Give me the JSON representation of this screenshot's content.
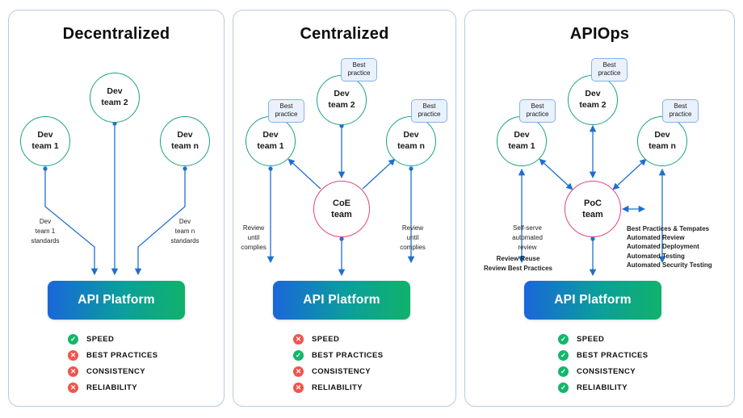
{
  "colors": {
    "arrow": "#1f6fce",
    "team_circle_border": "#1aa182",
    "hub_circle_border": "#e0457b",
    "panel_border": "#b9cbe0",
    "pass": "#12b76a",
    "fail": "#f2544d",
    "platform_gradient_start": "#1a66d9",
    "platform_gradient_end": "#10b26b"
  },
  "panels": [
    {
      "title": "Decentralized",
      "team_left": "Dev\nteam 1",
      "team_top": "Dev\nteam 2",
      "team_right": "Dev\nteam n",
      "note_left": "Dev\nteam 1\nstandards",
      "note_right": "Dev\nteam n\nstandards",
      "platform": "API Platform",
      "checklist": [
        {
          "label": "SPEED",
          "status": "pass"
        },
        {
          "label": "BEST PRACTICES",
          "status": "fail"
        },
        {
          "label": "CONSISTENCY",
          "status": "fail"
        },
        {
          "label": "RELIABILITY",
          "status": "fail"
        }
      ]
    },
    {
      "title": "Centralized",
      "badge": "Best practice",
      "team_left": "Dev\nteam 1",
      "team_top": "Dev\nteam 2",
      "team_right": "Dev\nteam n",
      "hub": "CoE\nteam",
      "note_left": "Review\nuntil\ncomplies",
      "note_right": "Review\nuntil\ncomplies",
      "platform": "API Platform",
      "checklist": [
        {
          "label": "SPEED",
          "status": "fail"
        },
        {
          "label": "BEST PRACTICES",
          "status": "pass"
        },
        {
          "label": "CONSISTENCY",
          "status": "fail"
        },
        {
          "label": "RELIABILITY",
          "status": "fail"
        }
      ]
    },
    {
      "title": "APIOps",
      "badge": "Best practice",
      "team_left": "Dev\nteam 1",
      "team_top": "Dev\nteam 2",
      "team_right": "Dev\nteam n",
      "hub": "PoC\nteam",
      "note_left": "Self-serve\nautomated\nreview",
      "note_left2": "Review Reuse\nReview Best Practices",
      "note_right": "Best Practices & Tempates\nAutomated Review\nAutomated Deployment\nAutomated Testing\nAutomated Security Testing",
      "platform": "API Platform",
      "checklist": [
        {
          "label": "SPEED",
          "status": "pass"
        },
        {
          "label": "BEST PRACTICES",
          "status": "pass"
        },
        {
          "label": "CONSISTENCY",
          "status": "pass"
        },
        {
          "label": "RELIABILITY",
          "status": "pass"
        }
      ]
    }
  ]
}
